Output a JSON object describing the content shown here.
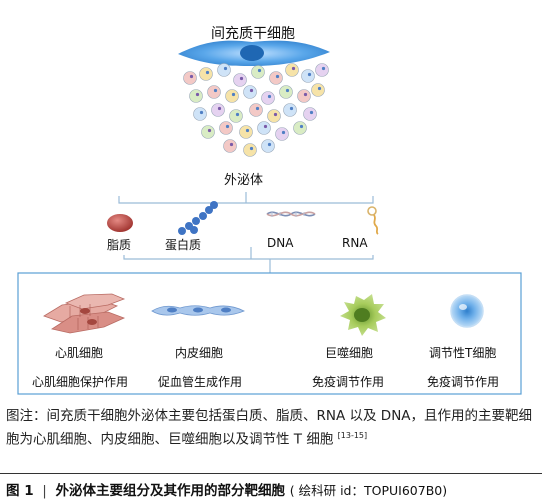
{
  "diagram": {
    "source_cell": "间充质干细胞",
    "exosome": "外泌体",
    "components": [
      {
        "name": "脂质",
        "icon": "lipid-droplet-icon"
      },
      {
        "name": "蛋白质",
        "icon": "protein-beads-icon"
      },
      {
        "name": "DNA",
        "icon": "dna-helix-icon"
      },
      {
        "name": "RNA",
        "icon": "rna-strand-icon"
      }
    ],
    "targets": [
      {
        "cell": "心肌细胞",
        "effect": "心肌细胞保护作用",
        "icon": "cardiomyocyte-icon"
      },
      {
        "cell": "内皮细胞",
        "effect": "促血管生成作用",
        "icon": "endothelial-cell-icon"
      },
      {
        "cell": "巨噬细胞",
        "effect": "免疫调节作用",
        "icon": "macrophage-icon"
      },
      {
        "cell": "调节性T细胞",
        "effect": "免疫调节作用",
        "icon": "treg-cell-icon"
      }
    ],
    "colors": {
      "msc_cell": "#3b8fd6",
      "target_box_border": "#5a9fd4",
      "connector": "#9bbcd8",
      "lipid": "#b8433f",
      "protein": "#3f74c4",
      "cardiomyocyte": "#d98e86",
      "endothelial": "#8fb3e0",
      "macrophage": "#8fb648",
      "treg": "#a9cdf0"
    }
  },
  "caption": {
    "text": "图注：间充质干细胞外泌体主要包括蛋白质、脂质、RNA 以及 DNA，且作用的主要靶细胞为心肌细胞、内皮细胞、巨噬细胞以及调节性 T 细胞",
    "ref": "[13-15]"
  },
  "figure": {
    "label": "图 1",
    "title": "外泌体主要组分及其作用的部分靶细胞",
    "credit": "( 绘科研 id：TOPUI607B0)"
  }
}
